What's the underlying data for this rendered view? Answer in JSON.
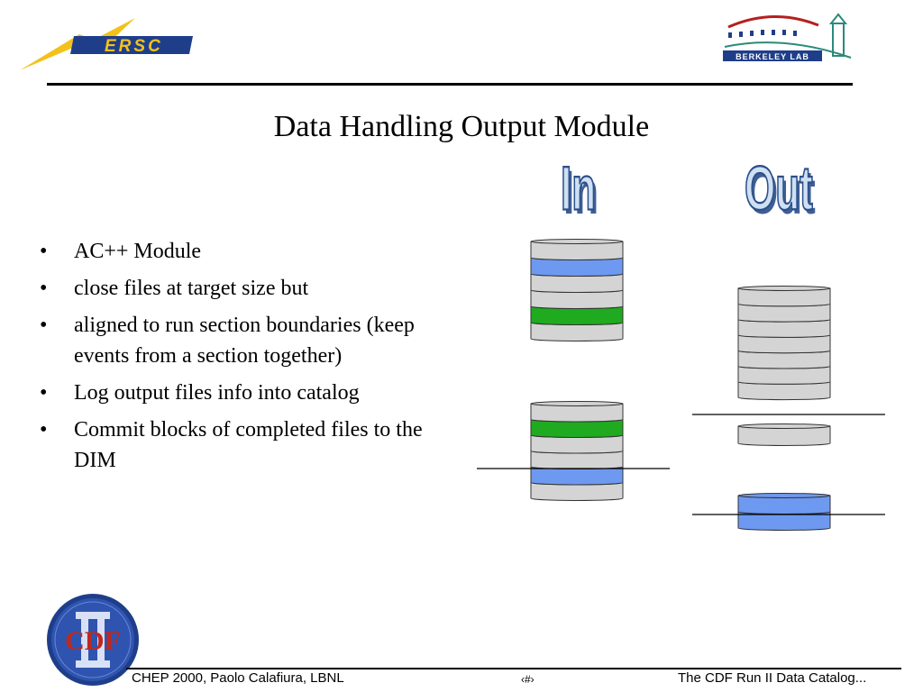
{
  "header": {
    "left_logo_text": "ERSC",
    "right_logo_text": "BERKELEY LAB"
  },
  "slide": {
    "title": "Data Handling Output Module",
    "bullets": [
      "AC++ Module",
      "close files at target size but",
      "aligned to run section boundaries (keep events from a section together)",
      "Log output files info into catalog",
      "Commit blocks of completed files to the DIM"
    ],
    "bullet_symbol": "•",
    "diagram": {
      "in_label": "In",
      "out_label": "Out",
      "colors": {
        "disk_gray": "#d4d4d4",
        "blue": "#6e99f0",
        "green": "#1faa1f"
      }
    }
  },
  "footer": {
    "left": "CHEP 2000, Paolo Calafiura, LBNL",
    "center": "‹#›",
    "right": "The CDF Run II Data Catalog...",
    "logo_text": "CDF"
  }
}
